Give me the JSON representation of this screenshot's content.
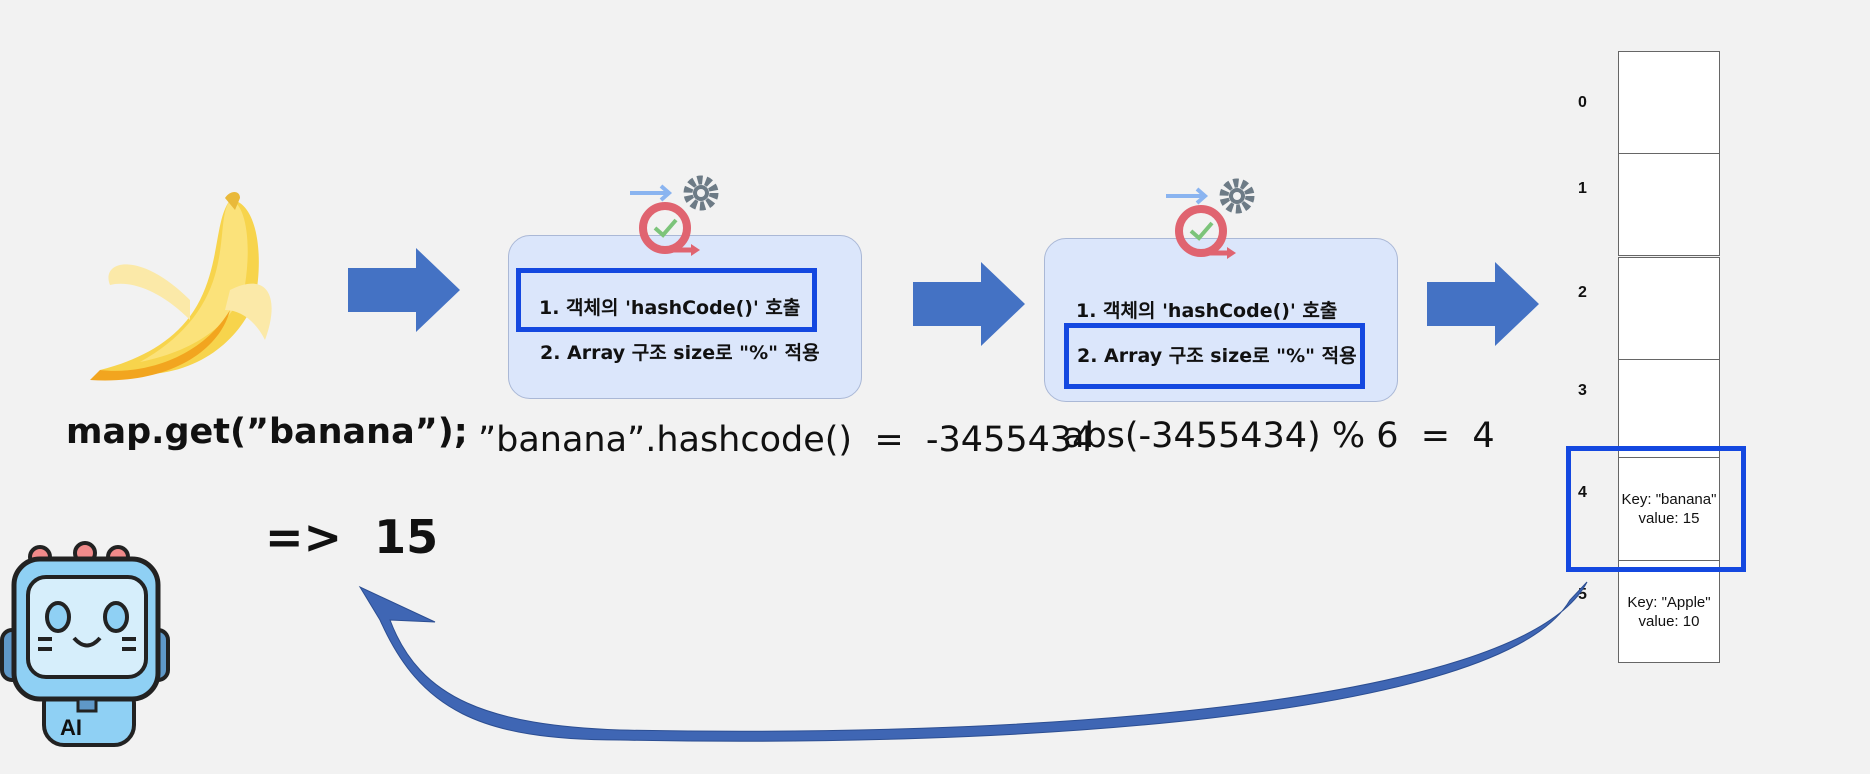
{
  "call": {
    "text": "map.get(”banana”);"
  },
  "result": {
    "text": "=>  15"
  },
  "step1": {
    "line1": "1. 객체의 'hashCode()' 호출",
    "line2": "2. Array 구조 size로 \"%\" 적용",
    "caption": "”banana”.hashcode()  =  -3455434"
  },
  "step2": {
    "line1": "1. 객체의 'hashCode()' 호출",
    "line2": "2. Array 구조 size로 \"%\" 적용",
    "caption": "abs(-3455434) % 6  =  4"
  },
  "array": {
    "slots": [
      {
        "index": "0",
        "key": "",
        "value": ""
      },
      {
        "index": "1",
        "key": "",
        "value": ""
      },
      {
        "index": "2",
        "key": "",
        "value": ""
      },
      {
        "index": "3",
        "key": "",
        "value": ""
      },
      {
        "index": "4",
        "key": "Key: \"banana\"",
        "value": "value: 15"
      },
      {
        "index": "5",
        "key": "Key: \"Apple\"",
        "value": "value: 10"
      }
    ]
  },
  "robot": {
    "badge": "AI"
  },
  "colors": {
    "arrow": "#4472c4",
    "highlight": "#1448e0",
    "box_fill": "#dbe6fb",
    "gear": "#6d7b86",
    "cycle_red": "#e06470",
    "check_green": "#7cc47a"
  },
  "icons": [
    "banana-icon",
    "gear-cycle-icon",
    "robot-icon",
    "right-arrow-icon",
    "curved-return-arrow-icon"
  ]
}
